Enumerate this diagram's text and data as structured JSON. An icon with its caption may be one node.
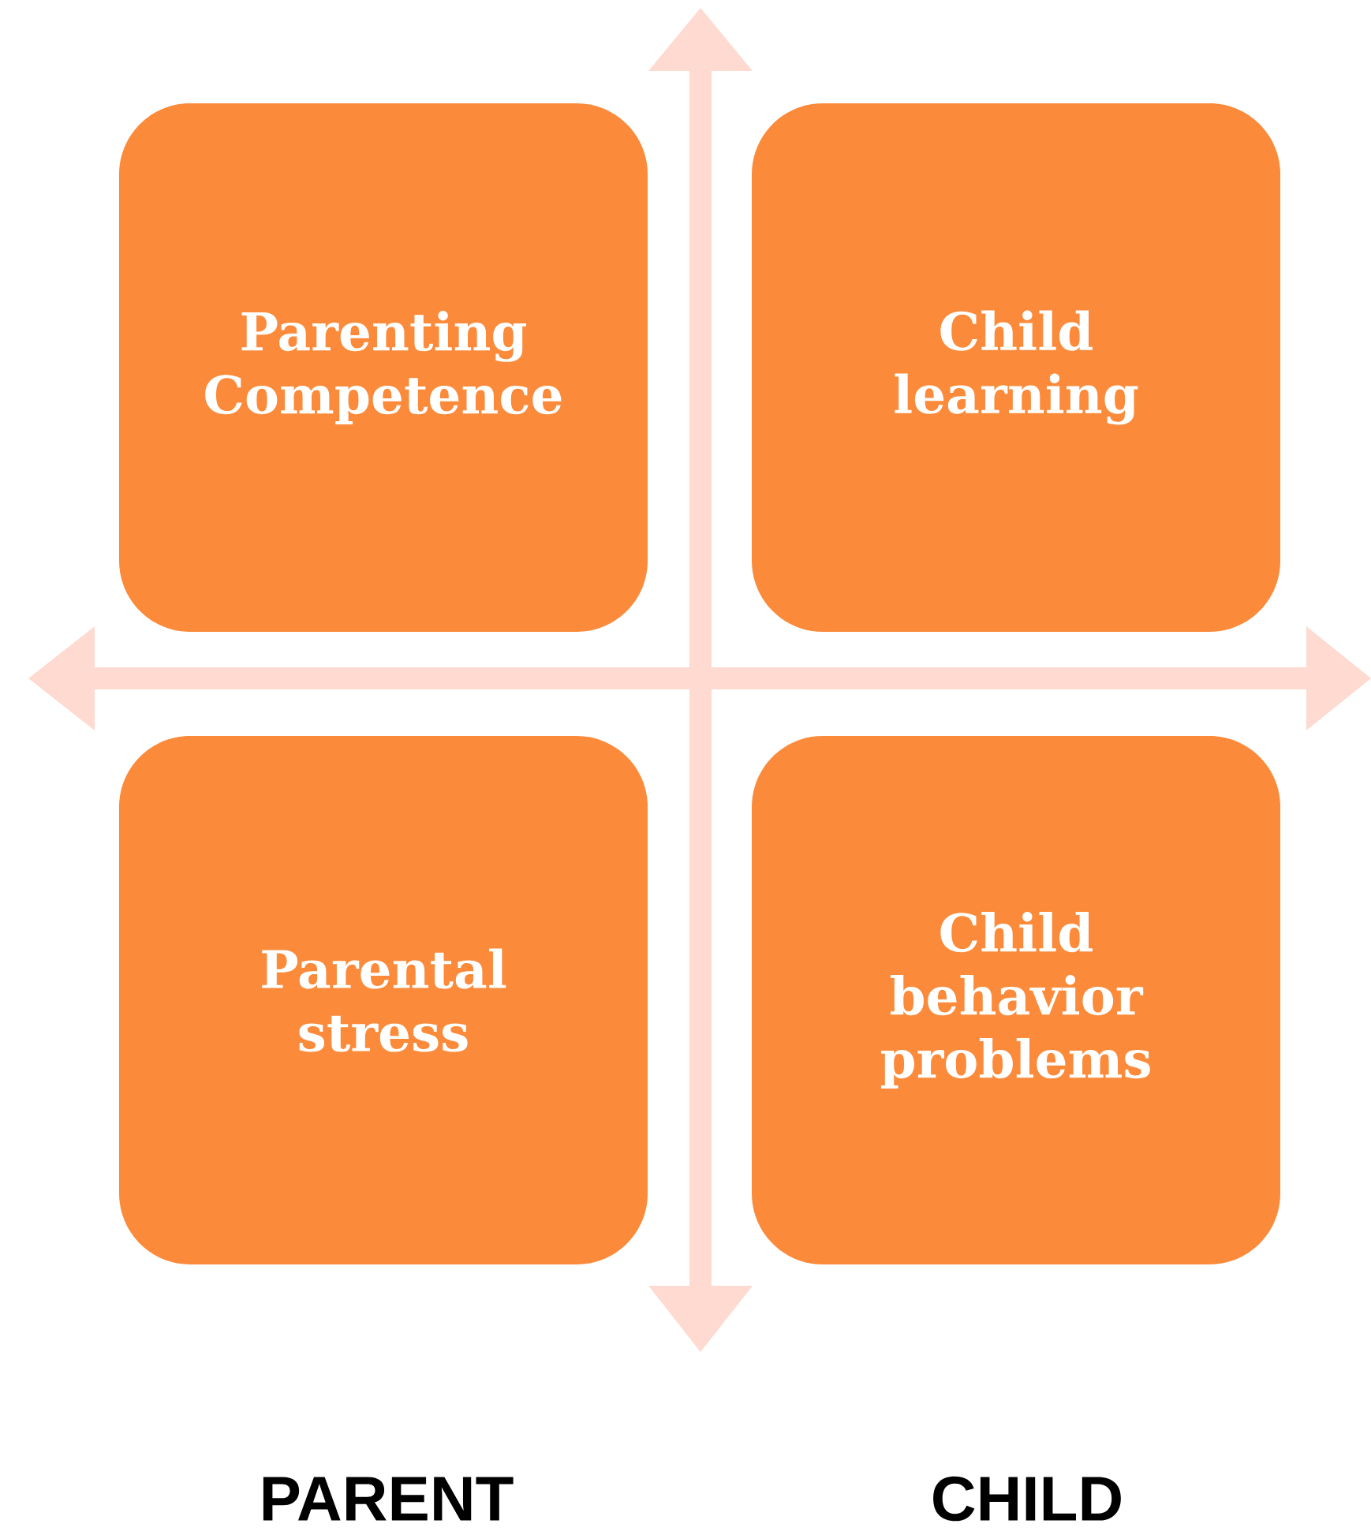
{
  "diagram": {
    "nodes": [
      {
        "text": [
          "Parenting Competence"
        ]
      },
      {
        "text": [
          "Child learning"
        ]
      },
      {
        "text": [
          "Parental stress"
        ]
      },
      {
        "text": [
          "Child behavior problems"
        ]
      }
    ],
    "labels": [
      "PARENT",
      "CHILD"
    ]
  }
}
